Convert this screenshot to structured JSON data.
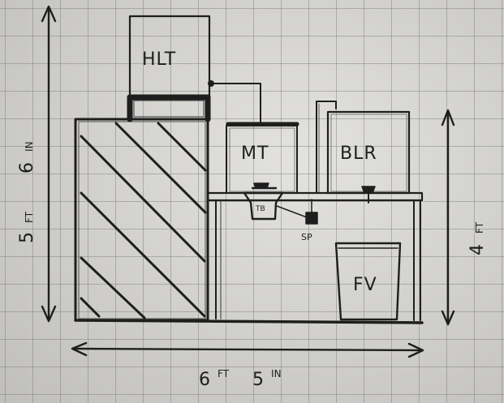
{
  "diagram": {
    "labels": {
      "hlt": "HLT",
      "mt": "MT",
      "blr": "BLR",
      "tb": "TB",
      "sp": "SP",
      "fv": "FV"
    },
    "dimensions": {
      "height_total": "5 FT 6 IN",
      "height_total_parts": {
        "n1": "5",
        "u1": "FT",
        "n2": "6",
        "u2": "IN"
      },
      "height_table": "4 FT",
      "height_table_parts": {
        "n1": "4",
        "u1": "FT"
      },
      "width_total": "6 FT 5 IN",
      "width_total_parts": {
        "n1": "6",
        "u1": "FT",
        "n2": "5",
        "u2": "IN"
      }
    },
    "colors": {
      "ink": "#1e1e1e",
      "paper": "#dad9d5",
      "grid": "#8a8a8a"
    }
  }
}
